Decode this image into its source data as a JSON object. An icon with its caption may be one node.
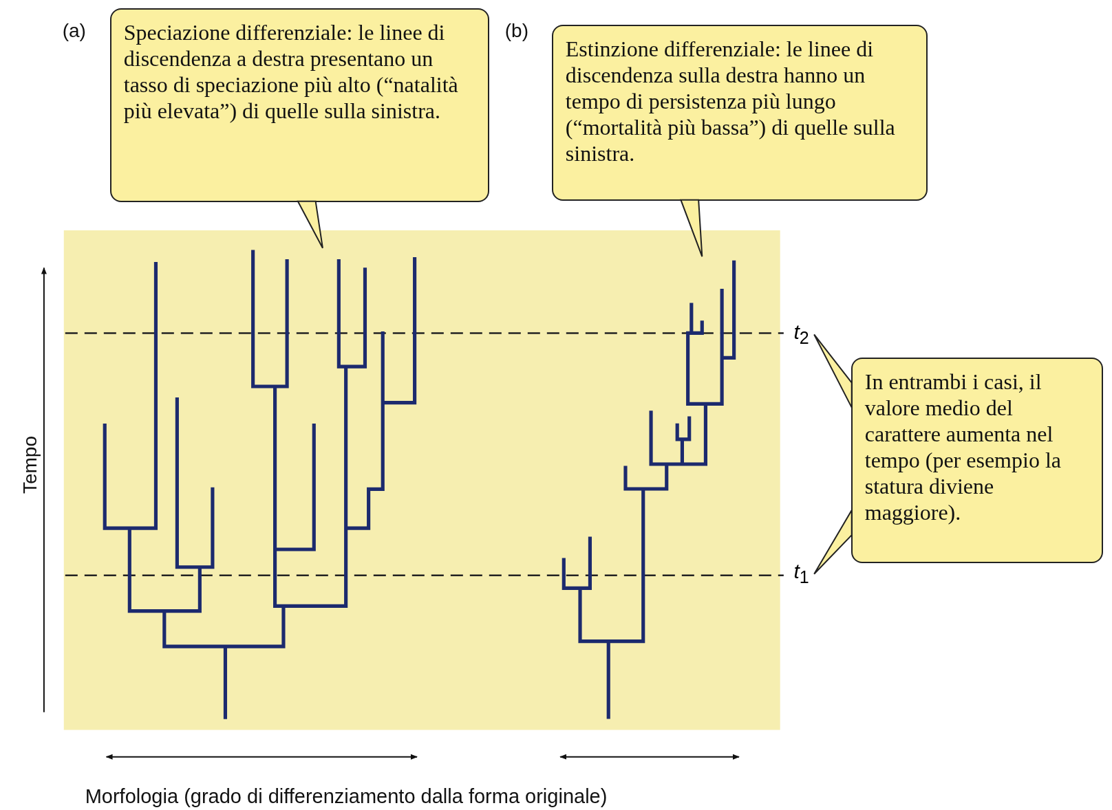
{
  "diagram": {
    "nodes": [
      {
        "text": [
          "Speciazione differenziale: le linee di discendenza a destra presentano un tasso di speciazione più alto (“natalità più elevata”) di quelle sulla sinistra."
        ]
      },
      {
        "text": [
          "Estinzione differenziale: le linee di discendenza sulla destra hanno un tempo di persistenza più lungo (“mortalità più bassa”) di quelle sulla sinistra."
        ]
      },
      {
        "text": [
          "In entrambi i casi, il valore medio del carattere aumenta nel tempo (per esempio la statura diviene maggiore)."
        ]
      },
      {
        "text": [],
        "shape": "picture"
      },
      {
        "text": [],
        "shape": "picture"
      },
      {
        "text": [
          "*t*$_{2}$"
        ]
      },
      {
        "text": [
          "*t*$_{1}$"
        ]
      }
    ],
    "edges": [
      {
        "from": 0,
        "to": 3,
        "arrow": "none"
      },
      {
        "from": 1,
        "to": 4,
        "arrow": "none"
      },
      {
        "from": 2,
        "to": 5,
        "arrow": "none"
      },
      {
        "from": 2,
        "to": 6,
        "arrow": "none"
      }
    ],
    "labels": [
      "(a)",
      "(b)",
      "Tempo",
      "Morfologia (grado di differenziamento dalla forma originale)"
    ]
  }
}
